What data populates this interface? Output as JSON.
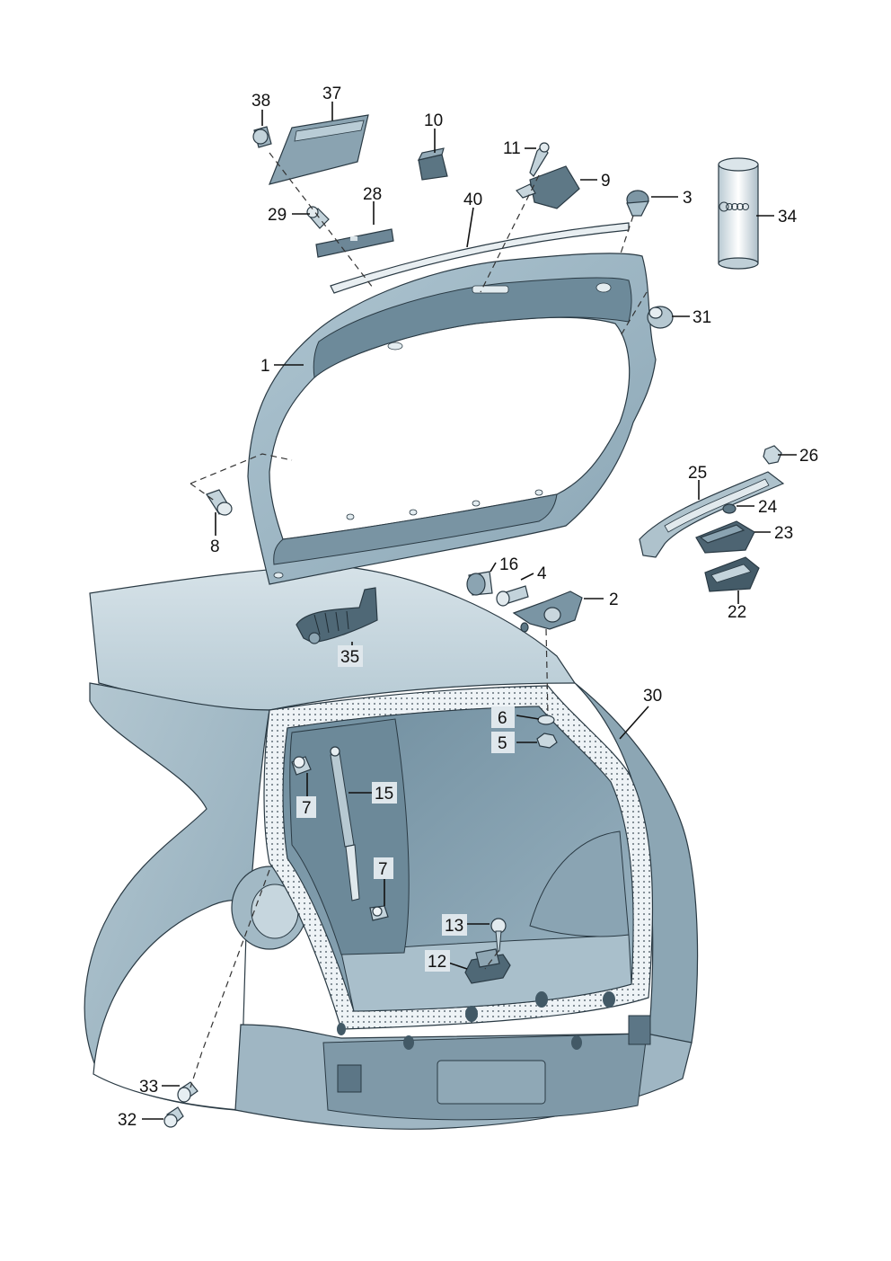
{
  "callouts": [
    {
      "id": "c38",
      "text": "38"
    },
    {
      "id": "c37",
      "text": "37"
    },
    {
      "id": "c10",
      "text": "10"
    },
    {
      "id": "c11",
      "text": "11"
    },
    {
      "id": "c9",
      "text": "9"
    },
    {
      "id": "c3",
      "text": "3"
    },
    {
      "id": "c34",
      "text": "34"
    },
    {
      "id": "c28",
      "text": "28"
    },
    {
      "id": "c29",
      "text": "29"
    },
    {
      "id": "c40",
      "text": "40"
    },
    {
      "id": "c31",
      "text": "31"
    },
    {
      "id": "c1",
      "text": "1"
    },
    {
      "id": "c8",
      "text": "8"
    },
    {
      "id": "c26",
      "text": "26"
    },
    {
      "id": "c25",
      "text": "25"
    },
    {
      "id": "c24",
      "text": "24"
    },
    {
      "id": "c23",
      "text": "23"
    },
    {
      "id": "c22",
      "text": "22"
    },
    {
      "id": "c16",
      "text": "16"
    },
    {
      "id": "c4",
      "text": "4"
    },
    {
      "id": "c2",
      "text": "2"
    },
    {
      "id": "c35",
      "text": "35"
    },
    {
      "id": "c30",
      "text": "30"
    },
    {
      "id": "c6",
      "text": "6"
    },
    {
      "id": "c5",
      "text": "5"
    },
    {
      "id": "c7a",
      "text": "7"
    },
    {
      "id": "c15",
      "text": "15"
    },
    {
      "id": "c7b",
      "text": "7"
    },
    {
      "id": "c13",
      "text": "13"
    },
    {
      "id": "c12",
      "text": "12"
    },
    {
      "id": "c33",
      "text": "33"
    },
    {
      "id": "c32",
      "text": "32"
    }
  ],
  "colors": {
    "body_fill": "#b8ccd6",
    "body_dark": "#8ea9b8",
    "cargo_fill": "#7f9cac",
    "cargo_dark": "#5f7e8f",
    "gate_fill": "#a7bfcc",
    "gate_frame_dark": "#6d8a9a",
    "seal_fill": "#e6eef2",
    "part_fill": "#d4e1e8",
    "part_dark": "#4c6674",
    "label_box": "#dfe7ec"
  }
}
